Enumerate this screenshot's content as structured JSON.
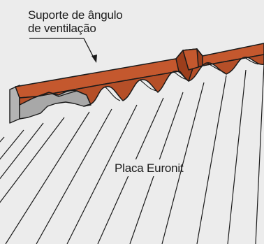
{
  "labels": {
    "support_line1": "Suporte de ângulo",
    "support_line2": "de ventilação",
    "sheet": "Placa Euronit"
  },
  "colors": {
    "background": "#ececec",
    "ridge_cap": "#c4582e",
    "ridge_cap_shade": "#9c3e1c",
    "vent_support": "#a8a8a8",
    "outline": "#1a1a1a"
  }
}
